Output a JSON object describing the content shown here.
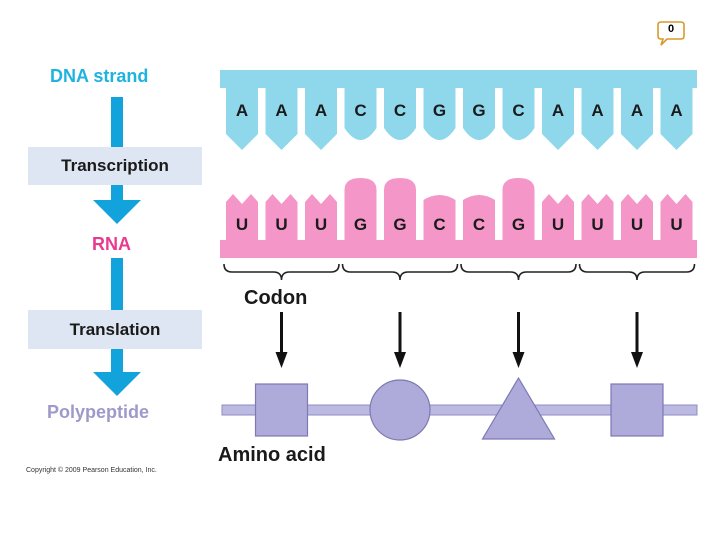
{
  "badge": "0",
  "left_column": {
    "dna_label": "DNA strand",
    "transcription_label": "Transcription",
    "rna_label": "RNA",
    "translation_label": "Translation",
    "polypeptide_label": "Polypeptide"
  },
  "dna_bases": [
    "A",
    "A",
    "A",
    "C",
    "C",
    "G",
    "G",
    "C",
    "A",
    "A",
    "A",
    "A"
  ],
  "rna_bases": [
    "U",
    "U",
    "U",
    "G",
    "G",
    "C",
    "C",
    "G",
    "U",
    "U",
    "U",
    "U"
  ],
  "codon_label": "Codon",
  "amino_acid_label": "Amino acid",
  "amino_acid_shapes": [
    "square",
    "circle",
    "triangle",
    "square"
  ],
  "copyright": "Copyright © 2009 Pearson Education, Inc.",
  "colors": {
    "dna": "#8fd8ec",
    "dna_label": "#1fb3df",
    "rna": "#f596c8",
    "rna_label": "#e83a8e",
    "polypeptide_label": "#9d9acb",
    "amino_acid": "#aeabdb",
    "arrow_blue": "#13a3dc",
    "box_bg": "#dfe6f3"
  }
}
